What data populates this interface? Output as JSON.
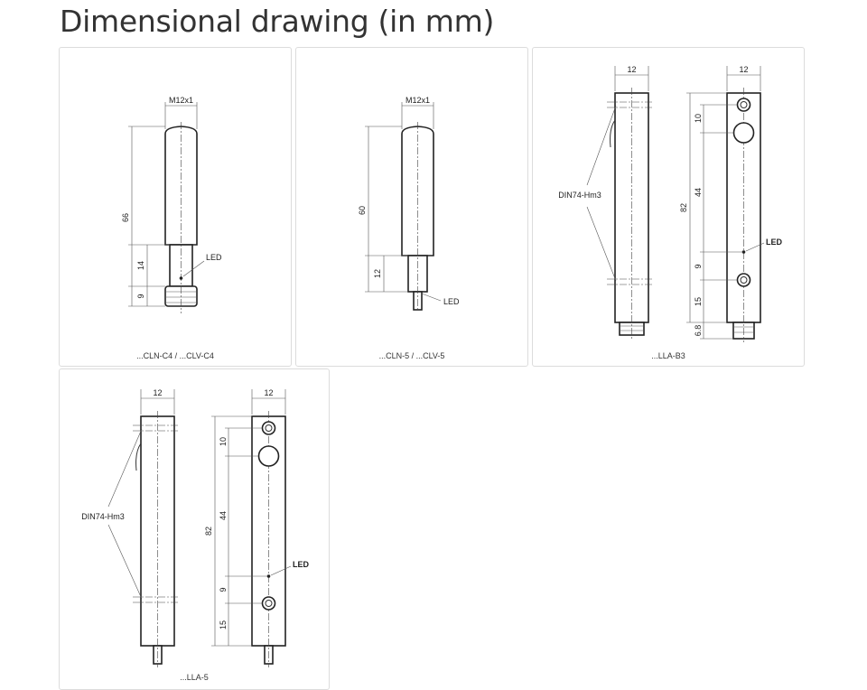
{
  "page_title": "Dimensional drawing (in mm)",
  "cards": [
    {
      "caption": "...CLN-C4 / ...CLV-C4",
      "labels": {
        "thread": "M12x1",
        "length": "66",
        "mid": "14",
        "bottom": "9",
        "led": "LED"
      }
    },
    {
      "caption": "...CLN-5 / ...CLV-5",
      "labels": {
        "thread": "M12x1",
        "length": "60",
        "bottom": "12",
        "led": "LED"
      }
    },
    {
      "caption": "...LLA-B3",
      "labels": {
        "width_side": "12",
        "width_front": "12",
        "din": "DIN74-Hm3",
        "total": "82",
        "d10": "10",
        "d44": "44",
        "d9": "9",
        "d15": "15",
        "d68": "6.8",
        "led": "LED"
      }
    },
    {
      "caption": "...LLA-5",
      "labels": {
        "width_side": "12",
        "width_front": "12",
        "din": "DIN74-Hm3",
        "total": "82",
        "d10": "10",
        "d44": "44",
        "d9": "9",
        "d15": "15",
        "led": "LED"
      }
    }
  ]
}
